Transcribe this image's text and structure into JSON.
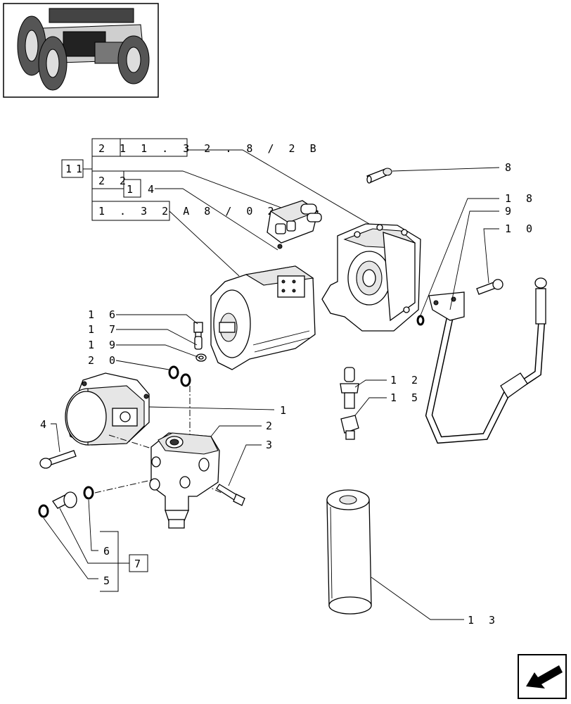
{
  "callouts": {
    "c1": "1",
    "c2": "2",
    "c3": "3",
    "c4": "4",
    "c5": "5",
    "c6": "6",
    "c7": "7",
    "c8": "8",
    "c9": "9",
    "c10": "1 0",
    "c11": "11",
    "c12": "1 2",
    "c13": "1 3",
    "c14": "1 4",
    "c15": "1 5",
    "c16": "1 6",
    "c17": "1 7",
    "c18": "1 8",
    "c19": "1 9",
    "c20": "2 0"
  },
  "references": {
    "ref_a": "2 1 1 . 3 2 . 8 / 2 B",
    "ref_b": "2 2",
    "ref_c": "1 . 3 2 A 8 / 0 2"
  },
  "icons": {
    "thumbnail": "tractor-thumbnail-icon",
    "nav": "page-navigation-arrow-icon"
  }
}
